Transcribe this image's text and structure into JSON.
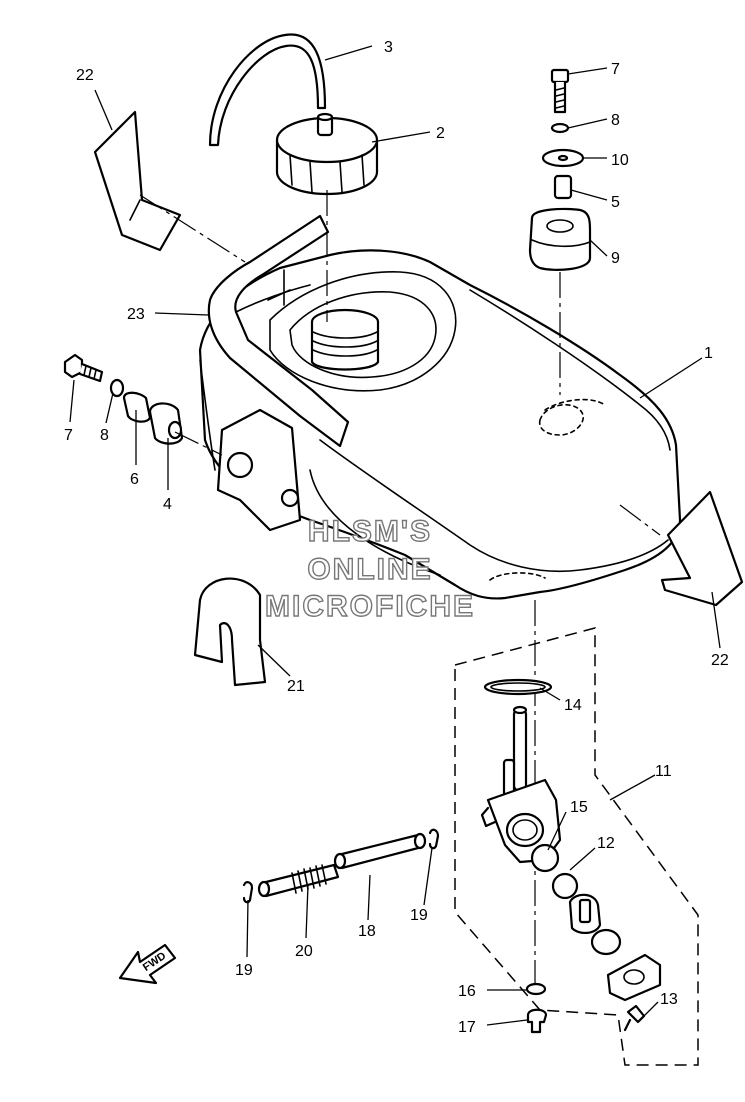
{
  "callouts": {
    "c1": "1",
    "c2": "2",
    "c3": "3",
    "c4": "4",
    "c5": "5",
    "c6": "6",
    "c7a": "7",
    "c7b": "7",
    "c8a": "8",
    "c8b": "8",
    "c9": "9",
    "c10": "10",
    "c11": "11",
    "c12": "12",
    "c13": "13",
    "c14": "14",
    "c15": "15",
    "c16": "16",
    "c17": "17",
    "c18": "18",
    "c19a": "19",
    "c19b": "19",
    "c20": "20",
    "c21": "21",
    "c22a": "22",
    "c22b": "22",
    "c23": "23"
  },
  "watermark": {
    "line1": "HLSM'S",
    "line2": "ONLINE",
    "line3": "MICROFICHE"
  },
  "direction_arrow": "FWD"
}
